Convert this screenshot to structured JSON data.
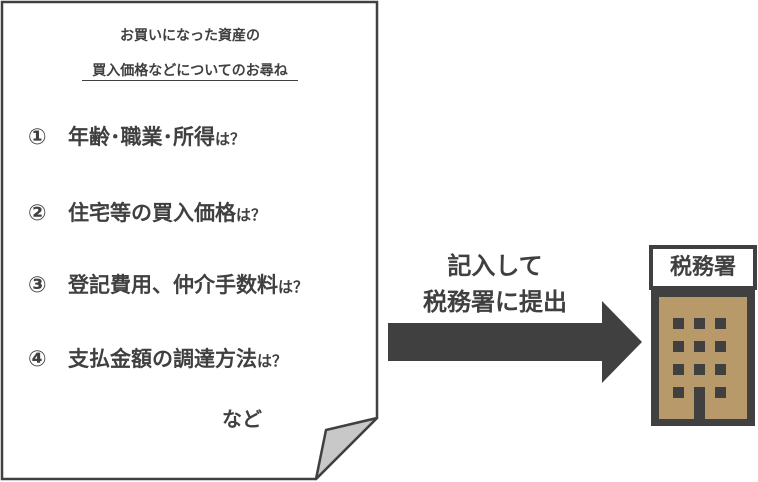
{
  "document": {
    "title_line1": "お買いになった資産の",
    "title_line2": "買入価格などについてのお尋ね",
    "questions": [
      {
        "num": "①",
        "text": "年齢･職業･所得",
        "suffix": "は？"
      },
      {
        "num": "②",
        "text": "住宅等の買入価格",
        "suffix": "は？"
      },
      {
        "num": "③",
        "text": "登記費用、仲介手数料",
        "suffix": "は？"
      },
      {
        "num": "④",
        "text": "支払金額の調達方法",
        "suffix": "は？"
      }
    ],
    "etc": "など"
  },
  "action": {
    "line1": "記入して",
    "line2": "税務署に提出"
  },
  "office": {
    "sign": "税務署"
  },
  "colors": {
    "text": "#404040",
    "arrow": "#404040",
    "building_frame": "#404040",
    "building_body": "#b89a6a",
    "window": "#404040",
    "page_fold": "#c8c8c8"
  }
}
